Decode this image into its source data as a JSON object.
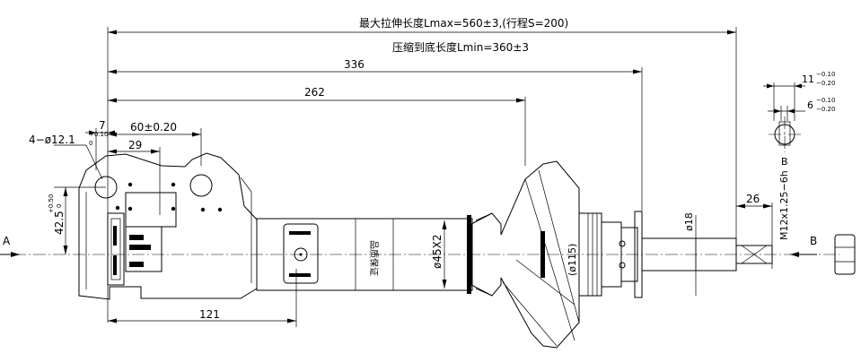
{
  "dimensions": {
    "max_length": "最大拉伸长度Lmax=560±3,(行程S=200)",
    "min_length": "压缩到底长度Lmin=360±3",
    "d336": "336",
    "d262": "262",
    "d7": "7",
    "d60": "60±0.20",
    "d29": "29",
    "d121": "121",
    "d26": "26",
    "holes": "4−ø12.1",
    "holes_tol_upper": "+0.10",
    "holes_tol_lower": "0",
    "h42": "42.5",
    "h42_tol_upper": "+0.50",
    "h42_tol_lower": "0",
    "dia45": "ø45X2",
    "dia115": "(ø115)",
    "dia18": "ø18",
    "thread": "M12x1.25−6h",
    "d11": "11",
    "d11_tol_upper": "−0.10",
    "d11_tol_lower": "−0.20",
    "d6": "6",
    "d6_tol_upper": "−0.10",
    "d6_tol_lower": "−0.20"
  },
  "labels": {
    "view_a": "A",
    "view_b": "B",
    "view_b_detail": "B",
    "body_text": "品质保证"
  }
}
